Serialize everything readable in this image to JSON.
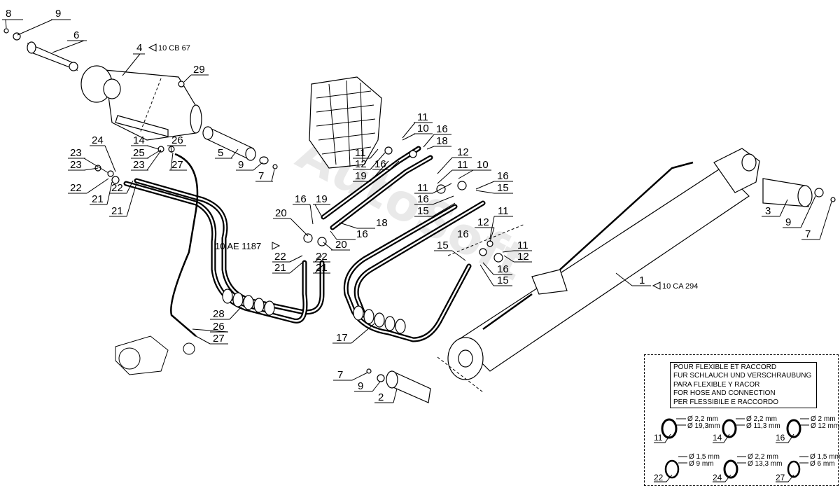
{
  "watermark": "AutoSoft",
  "references": {
    "r4": "10 CB 67",
    "r1": "10 CA 294",
    "rae": "10 AE 1187"
  },
  "legend": {
    "lines": [
      "POUR FLEXIBLE ET RACCORD",
      "FUR SCHLAUCH UND VERSCHRAUBUNG",
      "PARA FLEXIBLE Y RACOR",
      "FOR HOSE AND CONNECTION",
      "PER FLESSIBILE E RACCORDO"
    ],
    "seals": [
      {
        "num": "11",
        "d1": "Ø 2,2 mm",
        "d2": "Ø 19,3mm"
      },
      {
        "num": "14",
        "d1": "Ø 2,2 mm",
        "d2": "Ø 11,3 mm"
      },
      {
        "num": "16",
        "d1": "Ø 2 mm",
        "d2": "Ø 12 mm"
      },
      {
        "num": "22",
        "d1": "Ø 1,5 mm",
        "d2": "Ø 9 mm"
      },
      {
        "num": "24",
        "d1": "Ø 2,2 mm",
        "d2": "Ø 13,3 mm"
      },
      {
        "num": "27",
        "d1": "Ø 1,5 mm",
        "d2": "Ø 6 mm"
      }
    ]
  },
  "callouts": {
    "c8": "8",
    "c9a": "9",
    "c6": "6",
    "c4": "4",
    "c29": "29",
    "c5": "5",
    "c9b": "9",
    "c7a": "7",
    "c14": "14",
    "c25": "25",
    "c23a": "23",
    "c26a": "26",
    "c27a": "27",
    "c24a": "24",
    "c23b": "23",
    "c22a": "22",
    "c21a": "21",
    "c22b": "22",
    "c21b": "21",
    "c11a": "11",
    "c10a": "10",
    "c16a": "16",
    "c18a": "18",
    "c11b": "11",
    "c12a": "12",
    "c16b": "16",
    "c19a": "19",
    "c12b": "12",
    "c11c": "11",
    "c10b": "10",
    "c16c": "16",
    "c11d": "11",
    "c15a": "15",
    "c16d": "16",
    "c15b": "15",
    "c20a": "20",
    "c16e": "16",
    "c19b": "19",
    "c18b": "18",
    "c16f": "16",
    "c20b": "20",
    "c22c": "22",
    "c21c": "21",
    "c22d": "22",
    "c21d": "21",
    "c11e": "11",
    "c12c": "12",
    "c16g": "16",
    "c11f": "11",
    "c12d": "12",
    "c15c": "15",
    "c16h": "16",
    "c15d": "15",
    "c28": "28",
    "c26b": "26",
    "c27b": "27",
    "c17": "17",
    "c7b": "7",
    "c9c": "9",
    "c2": "2",
    "c1": "1",
    "c3": "3",
    "c9d": "9",
    "c7c": "7"
  }
}
